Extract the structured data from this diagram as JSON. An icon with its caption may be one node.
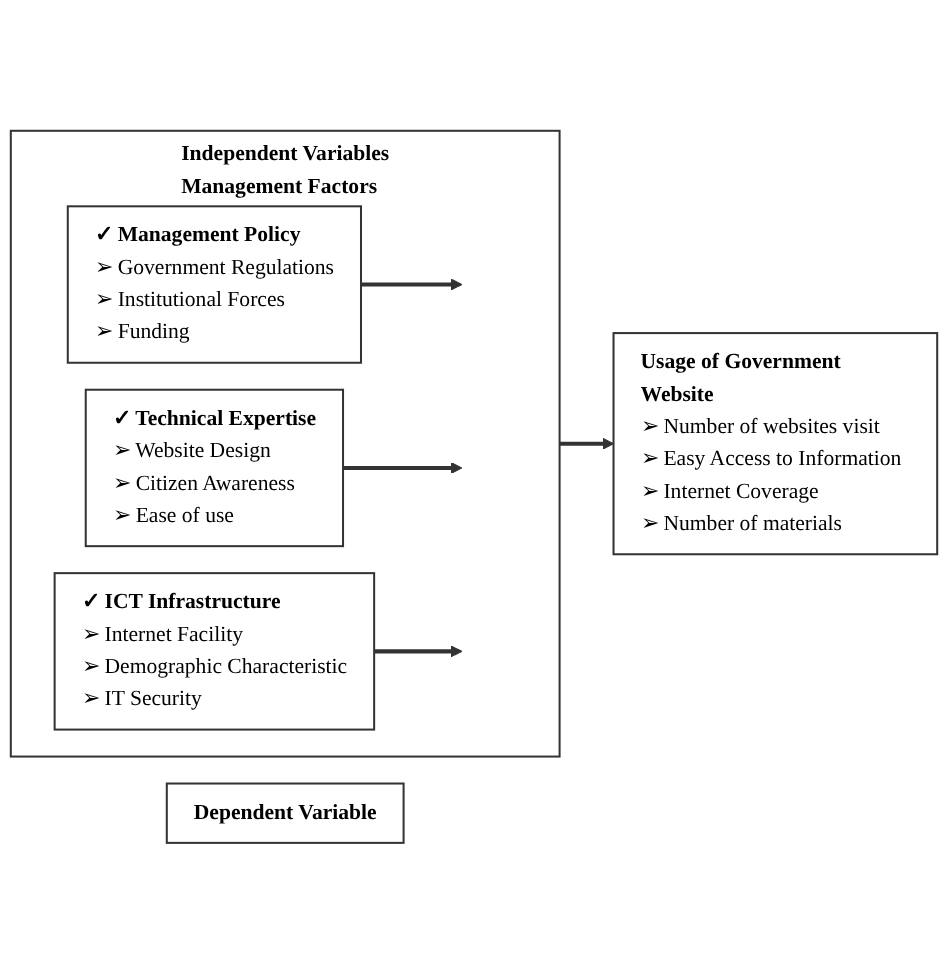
{
  "diagram": {
    "nodes": [
      {
        "text": [
          "Independent Variables",
          "Management Factors"
        ]
      },
      {
        "text": [
          "✓ Management Policy",
          "➢ Government Regulations",
          "➢ Institutional Forces",
          "➢ Funding"
        ],
        "in": 0
      },
      {
        "text": [
          "✓ Technical Expertise",
          "➢ Website Design",
          "➢ Citizen Awareness",
          "➢ Ease of use"
        ],
        "in": 0
      },
      {
        "text": [
          "✓ ICT Infrastructure",
          "➢ Internet Facility",
          "➢ Demographic Characteristic",
          "➢ IT Security"
        ],
        "in": 0
      },
      {
        "text": [
          "Dependent Variable"
        ]
      },
      {
        "text": [
          "Usage of Government Website",
          "➢ Number of websites visit",
          "➢ Easy Access to Information",
          "➢ Internet Coverage",
          "➢ Number of materials"
        ]
      }
    ],
    "edges": [
      {
        "from": 1,
        "to": null,
        "arrow": "to"
      },
      {
        "from": 2,
        "to": null,
        "arrow": "to"
      },
      {
        "from": 3,
        "to": null,
        "arrow": "to"
      },
      {
        "from": 0,
        "to": 5,
        "arrow": "to"
      }
    ]
  }
}
